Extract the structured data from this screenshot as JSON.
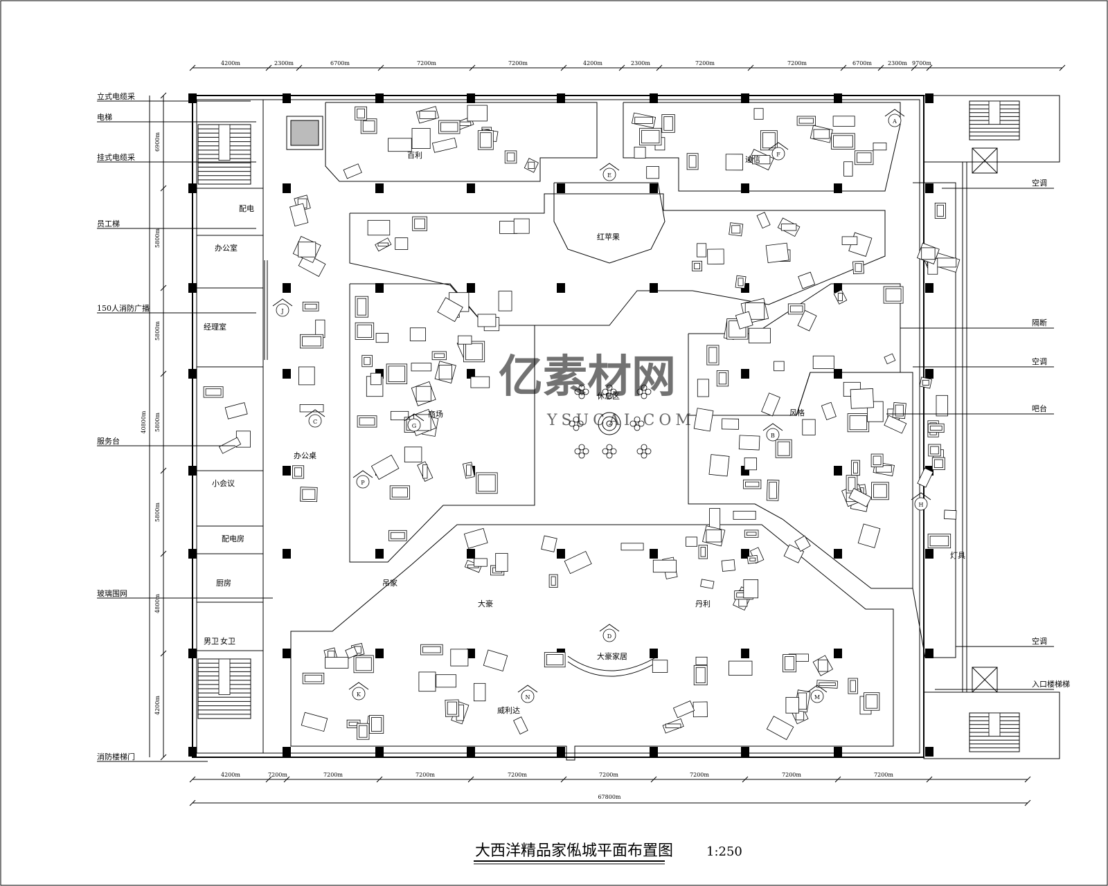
{
  "title": "大西洋精品家俬城平面布置图",
  "scale": "1:250",
  "watermark": {
    "main": "亿素材网",
    "sub": "YSUCAI.COM"
  },
  "left_callouts": [
    "立式电缆采",
    "电梯",
    "挂式电缆采",
    "员工梯",
    "150人消防广播",
    "服务台",
    "玻璃围网",
    "消防楼梯门"
  ],
  "right_callouts": [
    "空调",
    "隔断",
    "空调",
    "吧台",
    "空调",
    "入口楼梯梯"
  ],
  "room_labels": [
    "配电",
    "办公室",
    "经理室",
    "办公桌",
    "小会议",
    "配电房",
    "厨房",
    "男卫",
    "女卫"
  ],
  "zone_labels": [
    "百利",
    "迪信",
    "红苹果",
    "休息区",
    "商场",
    "风格",
    "吊家",
    "大豪",
    "丹利",
    "大豪家居",
    "威利达",
    "灯具"
  ],
  "zone_markers": [
    "A",
    "B",
    "C",
    "D",
    "E",
    "F",
    "G",
    "H",
    "J",
    "K",
    "M",
    "N",
    "P"
  ],
  "top_dims": [
    "4200m",
    "2300m",
    "6700m",
    "7200m",
    "7200m",
    "4200m",
    "2300m",
    "7200m",
    "7200m",
    "6700m",
    "2300m",
    "9700m"
  ],
  "bottom_dims": [
    "4200m",
    "7200m",
    "7200m",
    "7200m",
    "7200m",
    "7200m",
    "7200m",
    "7200m",
    "7200m"
  ],
  "total_dim": "67800m",
  "left_dims": [
    "6900m",
    "5800m",
    "5800m",
    "5800m",
    "5800m",
    "4800m",
    "4200m"
  ],
  "left_total_dim": "40800m"
}
